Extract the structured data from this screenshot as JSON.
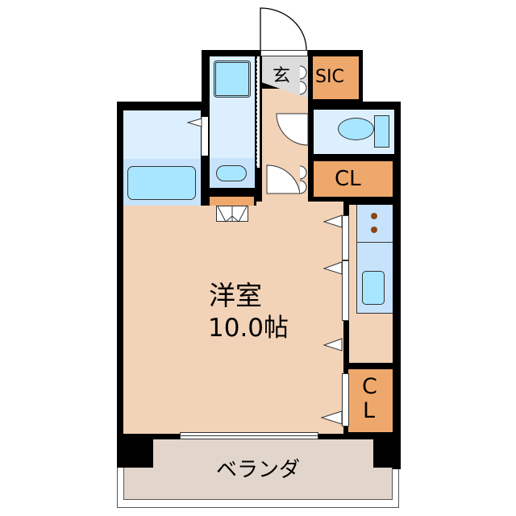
{
  "floorplan": {
    "rooms": {
      "western_room": {
        "name": "洋室",
        "size": "10.0帖"
      },
      "entrance": {
        "label": "玄"
      },
      "shoe_closet": {
        "label": "SIC"
      },
      "closet_hall": {
        "label": "CL"
      },
      "closet_room": {
        "label_line1": "C",
        "label_line2": "L"
      },
      "veranda": {
        "label": "ベランダ"
      }
    },
    "fixtures": [
      "bathtub",
      "washbasin",
      "washing-machine-pan",
      "toilet",
      "kitchen-stove",
      "kitchen-sink"
    ],
    "colors": {
      "floor": "#f2d3b8",
      "wet_area": "#dcefff",
      "fixture": "#a8e6ff",
      "storage": "#efa86c",
      "entrance": "#dcdcdc",
      "veranda": "#e2d6cc",
      "wall": "#000000",
      "burner": "#8b4513"
    }
  }
}
